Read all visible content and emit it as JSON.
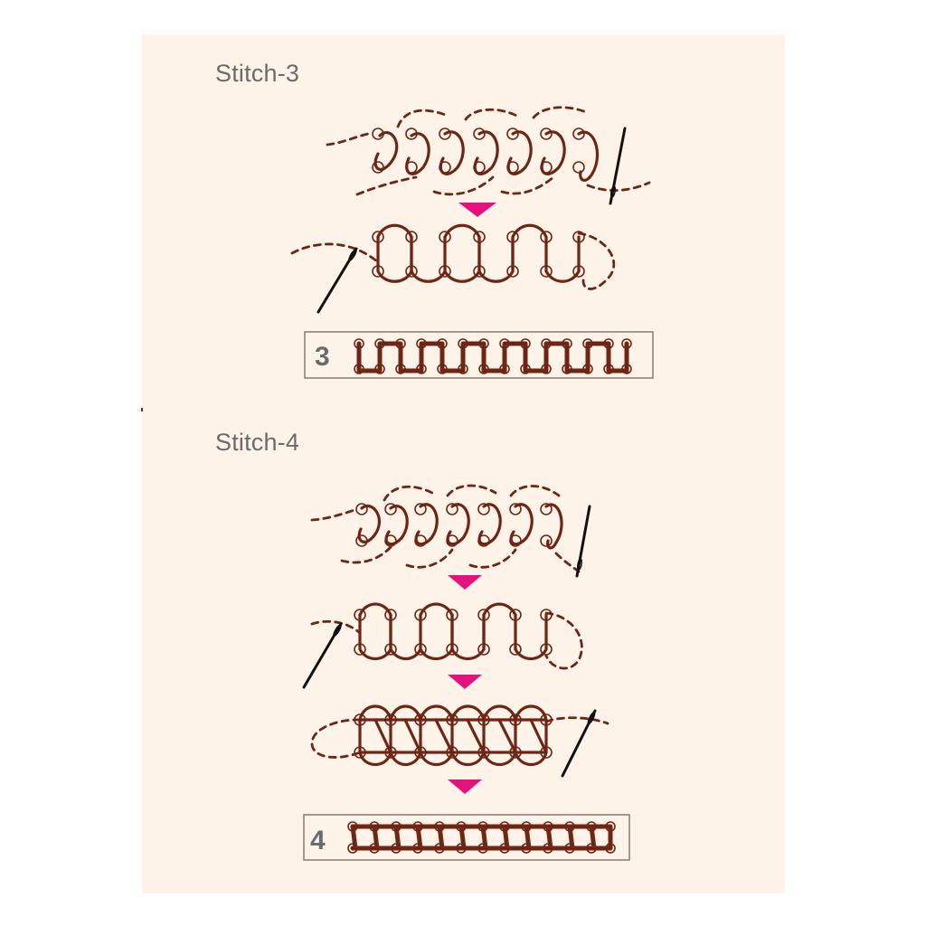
{
  "stitch3": {
    "heading": "Stitch-3",
    "result_number": "3"
  },
  "stitch4": {
    "heading": "Stitch-4",
    "result_number": "4"
  },
  "colors": {
    "background": "#fdf3e8",
    "thread": "#6f2514",
    "arrow": "#e2127f",
    "heading_text": "#6b6b6b",
    "needle": "#111111"
  }
}
